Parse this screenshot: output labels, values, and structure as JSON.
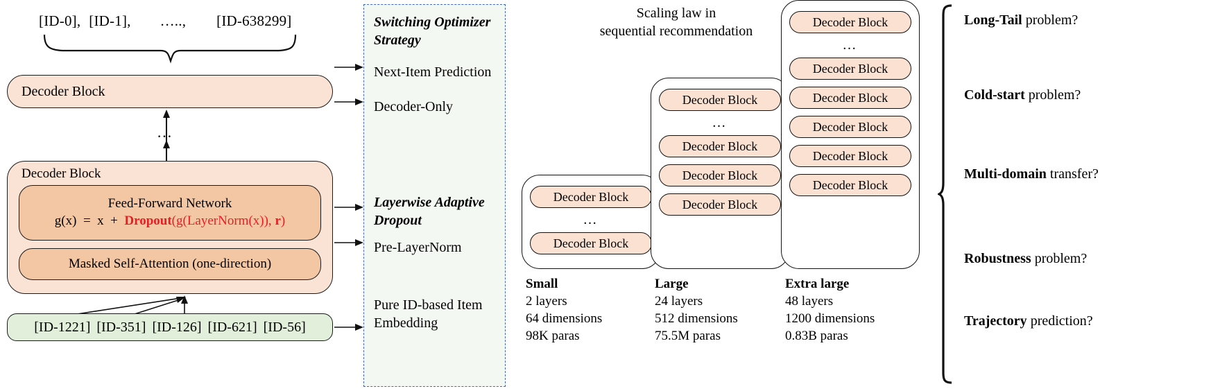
{
  "left": {
    "id_tokens": [
      "[ID-0],",
      "[ID-1],",
      "…..,",
      "[ID-638299]"
    ],
    "top_block_label": "Decoder Block",
    "vertical_ellipsis": "…",
    "main_block_label": "Decoder Block",
    "ffn_title": "Feed-Forward Network",
    "ffn_eq_prefix": "g(x)  =  x  +  ",
    "ffn_eq_dropout": "Dropout",
    "ffn_eq_mid": "(g(LayerNorm(x)), ",
    "ffn_eq_r": "r",
    "ffn_eq_suffix": ")",
    "msa_label": "Masked Self-Attention (one-direction)",
    "embedding_ids": [
      "[ID-1221]",
      "[ID-351]",
      "[ID-126]",
      "[ID-621]",
      "[ID-56]"
    ]
  },
  "middle": {
    "switching_title": "Switching Optimizer Strategy",
    "next_item_prediction": "Next-Item Prediction",
    "decoder_only": "Decoder-Only",
    "layerwise_title": "Layerwise Adaptive Dropout",
    "pre_layernorm": "Pre-LayerNorm",
    "pure_id_embedding": "Pure ID-based Item Embedding",
    "border_color": "#4169c9",
    "background_color": "#F4F8F2"
  },
  "scaling": {
    "title_line1": "Scaling law in",
    "title_line2": "sequential recommendation",
    "block_label": "Decoder Block",
    "dots": "…",
    "models": [
      {
        "name": "Small",
        "layers": "2 layers",
        "dimensions": "64 dimensions",
        "paras": "98K paras",
        "blocks": [
          "Decoder Block",
          "dots",
          "Decoder Block"
        ]
      },
      {
        "name": "Large",
        "layers": "24 layers",
        "dimensions": "512 dimensions",
        "paras": "75.5M paras",
        "blocks": [
          "Decoder Block",
          "dots",
          "Decoder Block",
          "Decoder Block",
          "Decoder Block"
        ]
      },
      {
        "name": "Extra large",
        "layers": "48 layers",
        "dimensions": "1200 dimensions",
        "paras": "0.83B paras",
        "blocks": [
          "Decoder Block",
          "dots",
          "Decoder Block",
          "Decoder Block",
          "Decoder Block",
          "Decoder Block",
          "Decoder Block"
        ]
      }
    ]
  },
  "problems": [
    {
      "strong": "Long-Tail",
      "rest": " problem?"
    },
    {
      "strong": "Cold-start",
      "rest": " problem?"
    },
    {
      "strong": "Multi-domain",
      "rest": " transfer?"
    },
    {
      "strong": "Robustness",
      "rest": " problem?"
    },
    {
      "strong": "Trajectory",
      "rest": " prediction?"
    }
  ],
  "colors": {
    "block_light": "#FAE2D4",
    "block_dark": "#F3C7A4",
    "embedding_green": "#E2EFDA",
    "panel_green": "#F4F8F2",
    "accent_red": "#ED1C24",
    "dashed_blue": "#4169c9"
  }
}
